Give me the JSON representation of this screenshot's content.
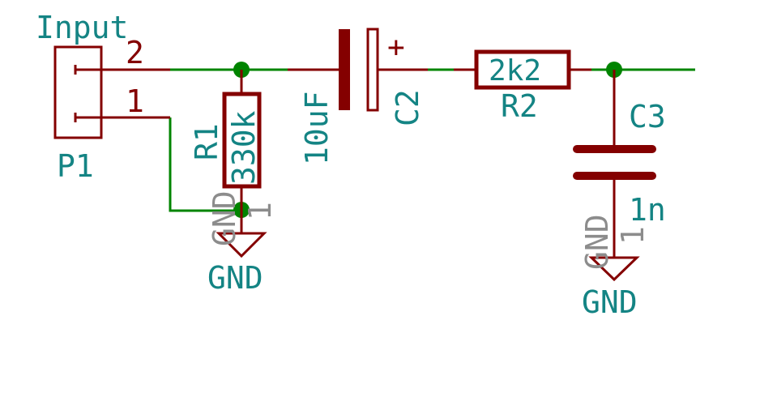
{
  "schematic": {
    "connector": {
      "label": "Input",
      "ref": "P1",
      "pins": [
        "2",
        "1"
      ]
    },
    "r1": {
      "ref": "R1",
      "value": "330k"
    },
    "c2": {
      "ref": "C2",
      "value": "10uF",
      "polarity": "+"
    },
    "r2": {
      "ref": "R2",
      "value": "2k2"
    },
    "c3": {
      "ref": "C3",
      "value": "1n"
    },
    "gnd_left": {
      "label": "GND",
      "hidden_name": "GND",
      "hidden_pin": "1"
    },
    "gnd_right": {
      "label": "GND",
      "hidden_name": "GND",
      "hidden_pin": "1"
    }
  },
  "colors": {
    "wire": "#008400",
    "component": "#840000",
    "label": "#148484",
    "hidden_text": "#8c8c8c"
  }
}
